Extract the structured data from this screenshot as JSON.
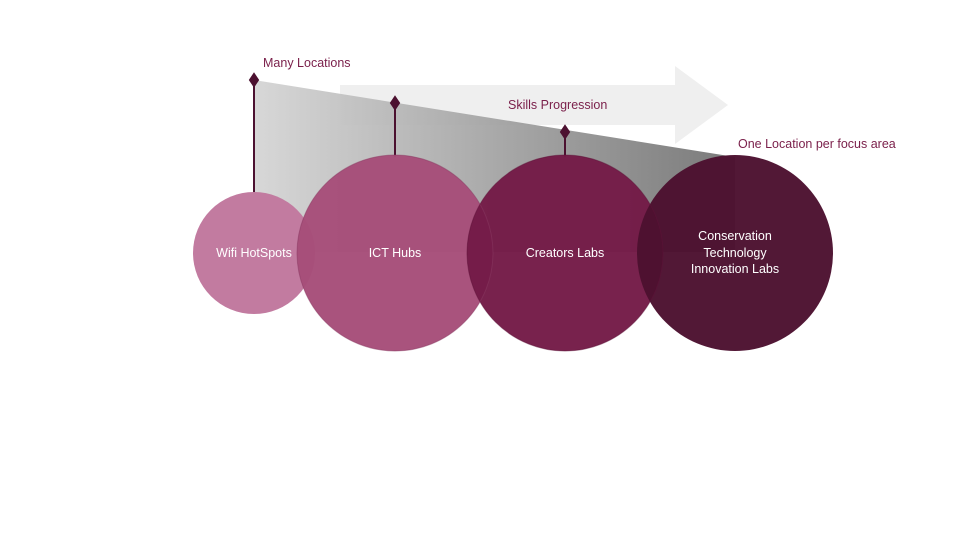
{
  "diagram": {
    "top_left_label": "Many Locations",
    "top_right_label": "One Location per focus area",
    "arrow_label": "Skills Progression",
    "colors": {
      "circle_1": "#c27ba0",
      "circle_2": "#a64d79",
      "circle_3": "#741b47",
      "circle_4": "#4c1130",
      "label_text": "#741b47",
      "arrow_fill": "#efefef"
    },
    "stages": [
      {
        "label": "Wifi HotSpots"
      },
      {
        "label": "ICT Hubs"
      },
      {
        "label": "Creators Labs"
      },
      {
        "label": "Conservation Technology Innovation Labs"
      }
    ]
  }
}
